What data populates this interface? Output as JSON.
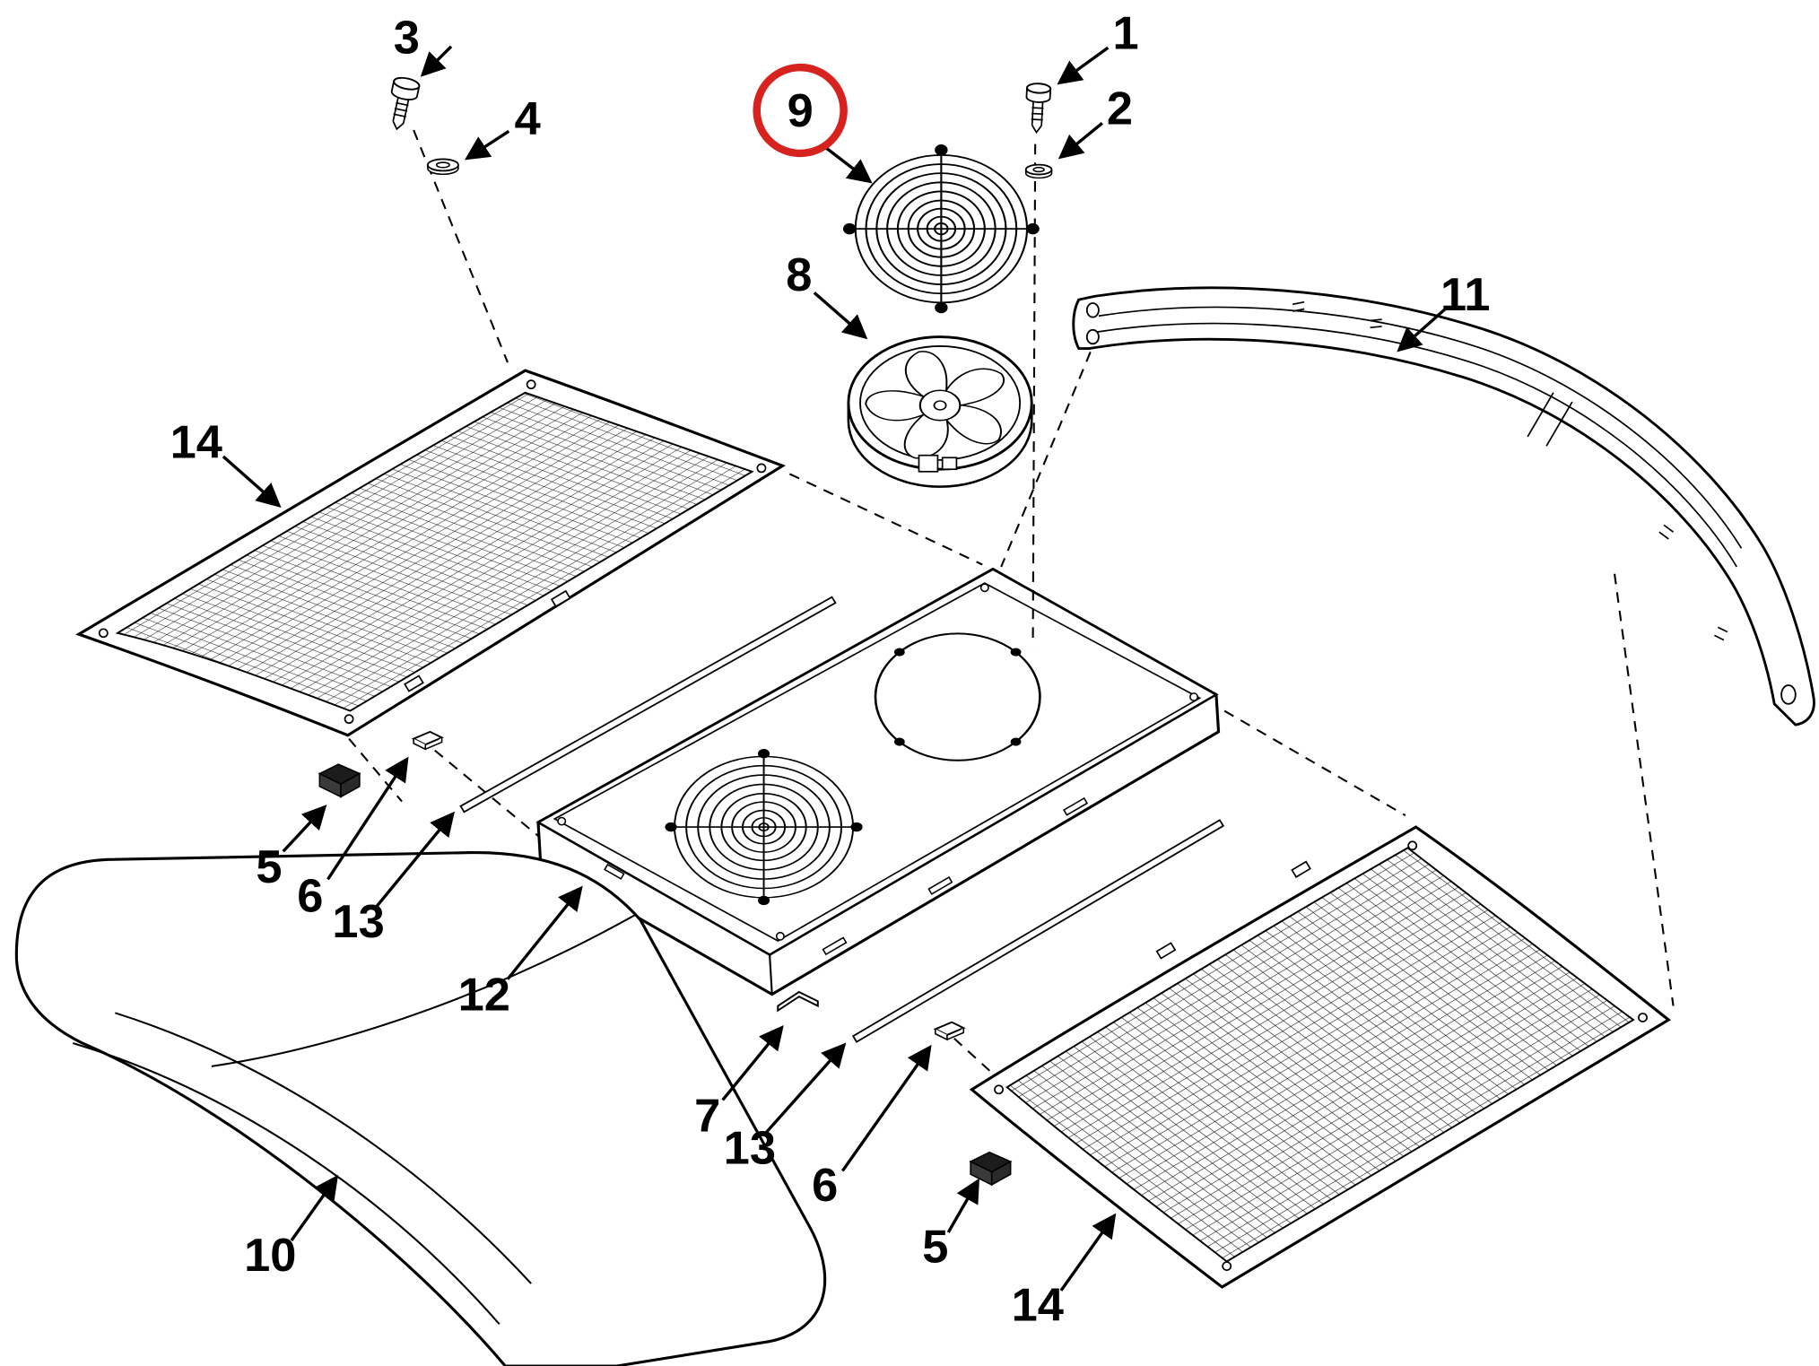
{
  "diagram": {
    "type": "exploded-parts-diagram",
    "background": "#ffffff",
    "line_color": "#000000",
    "highlight_color": "#d7231f",
    "highlighted_callout": "9",
    "callouts": [
      {
        "label": "3"
      },
      {
        "label": "4"
      },
      {
        "label": "9",
        "highlighted": true
      },
      {
        "label": "1"
      },
      {
        "label": "2"
      },
      {
        "label": "8"
      },
      {
        "label": "11"
      },
      {
        "label": "14"
      },
      {
        "label": "5"
      },
      {
        "label": "6"
      },
      {
        "label": "13"
      },
      {
        "label": "12"
      },
      {
        "label": "7"
      },
      {
        "label": "13"
      },
      {
        "label": "6"
      },
      {
        "label": "5"
      },
      {
        "label": "14"
      },
      {
        "label": "10"
      }
    ]
  }
}
